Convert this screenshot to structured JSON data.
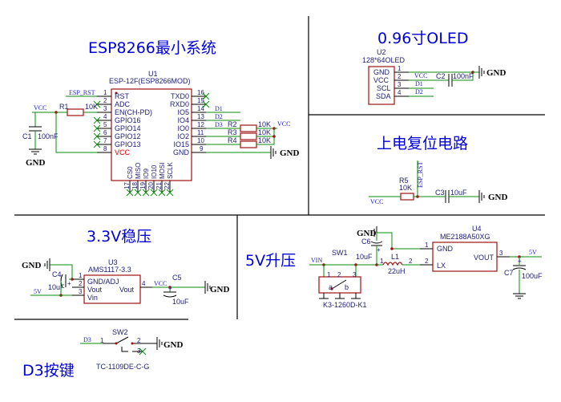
{
  "titles": {
    "esp": "ESP8266最小系统",
    "oled": "0.96寸OLED",
    "reset": "上电复位电路",
    "ldo": "3.3V稳压",
    "boost": "5V升压",
    "key": "D3按键"
  },
  "esp": {
    "ref": "U1",
    "part": "ESP-12F(ESP8266MOD)",
    "left_pins": [
      {
        "num": "1",
        "name": "RST"
      },
      {
        "num": "2",
        "name": "ADC"
      },
      {
        "num": "3",
        "name": "EN(CH-PD)"
      },
      {
        "num": "4",
        "name": "GPIO16"
      },
      {
        "num": "5",
        "name": "GPIO14"
      },
      {
        "num": "6",
        "name": "GPIO12"
      },
      {
        "num": "7",
        "name": "GPIO13"
      },
      {
        "num": "8",
        "name": "VCC"
      }
    ],
    "right_pins": [
      {
        "num": "16",
        "name": "TXD0"
      },
      {
        "num": "15",
        "name": "RXD0"
      },
      {
        "num": "14",
        "name": "IO5"
      },
      {
        "num": "13",
        "name": "IO4"
      },
      {
        "num": "12",
        "name": "IO0"
      },
      {
        "num": "11",
        "name": "IO2"
      },
      {
        "num": "10",
        "name": "IO15"
      },
      {
        "num": "9",
        "name": "GND"
      }
    ],
    "bottom_pins": [
      {
        "num": "17",
        "name": "CS0"
      },
      {
        "num": "18",
        "name": "MISO"
      },
      {
        "num": "19",
        "name": "IO9"
      },
      {
        "num": "20",
        "name": "IO10"
      },
      {
        "num": "21",
        "name": "MOSI"
      },
      {
        "num": "22",
        "name": "SCLK"
      }
    ],
    "net_rst": "ESP_RST",
    "net_vcc": "VCC",
    "r1": {
      "ref": "R1",
      "value": "10K"
    },
    "c1": {
      "ref": "C1",
      "value": "100nF"
    },
    "gnd_left": "GND",
    "gnd_right": "GND",
    "nets_right": [
      "D1",
      "D2",
      "D3"
    ],
    "pullups": [
      {
        "ref": "R2",
        "value": "10K"
      },
      {
        "ref": "R3",
        "value": "10K"
      },
      {
        "ref": "R4",
        "value": "10K"
      }
    ],
    "pullup_vcc": "VCC"
  },
  "oled": {
    "ref": "U2",
    "part": "128*64OLED",
    "pins": [
      {
        "num": "1",
        "name": "GND"
      },
      {
        "num": "2",
        "name": "VCC"
      },
      {
        "num": "3",
        "name": "SCL"
      },
      {
        "num": "4",
        "name": "SDA"
      }
    ],
    "net_vcc": "VCC",
    "net_scl": "D1",
    "net_sda": "D2",
    "c2": {
      "ref": "C2",
      "value": "100nF"
    },
    "gnd": "GND"
  },
  "reset": {
    "net_vcc": "VCC",
    "net_rst": "ESP_RST",
    "r5": {
      "ref": "R5",
      "value": "10K"
    },
    "c3": {
      "ref": "C3",
      "value": "10uF"
    },
    "gnd": "GND"
  },
  "ldo": {
    "ref": "U3",
    "part": "AMS1117-3.3",
    "pins": [
      {
        "num": "1",
        "name": "GND/ADJ"
      },
      {
        "num": "2",
        "name": "Vout"
      },
      {
        "num": "3",
        "name": "Vin"
      },
      {
        "num": "4",
        "name": "Vout"
      }
    ],
    "c4": {
      "ref": "C4",
      "value": "10uF"
    },
    "c5": {
      "ref": "C5",
      "value": "10uF"
    },
    "net_5v": "5V",
    "net_vcc": "VCC",
    "gnd_left": "GND",
    "gnd_right": "GND"
  },
  "boost": {
    "ref": "U4",
    "part": "ME2188A50XG",
    "pins": [
      {
        "num": "1",
        "name": "GND"
      },
      {
        "num": "2",
        "name": "LX"
      },
      {
        "num": "3",
        "name": "VOUT"
      }
    ],
    "net_vin": "VIN",
    "net_5v": "5V",
    "sw1": {
      "ref": "SW1",
      "part": "K3-1260D-K1",
      "pins": [
        "1",
        "2",
        "3"
      ],
      "labels": [
        "a",
        "b"
      ]
    },
    "c6": {
      "ref": "C6",
      "value": "10uF"
    },
    "l1": {
      "ref": "L1",
      "value": "22uH",
      "pins": [
        "1",
        "2"
      ]
    },
    "c7": {
      "ref": "C7",
      "value": "100uF"
    },
    "gnd_top": "GND"
  },
  "key": {
    "ref": "SW2",
    "part": "TC-1109DE-C-G",
    "net": "D3",
    "pins": [
      "1",
      "2",
      "3"
    ],
    "gnd": "GND"
  }
}
